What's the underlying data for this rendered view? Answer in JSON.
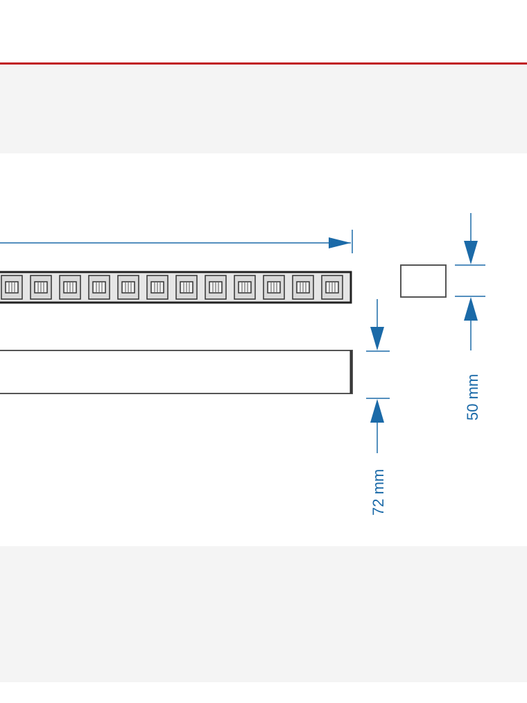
{
  "colors": {
    "accent_red": "#c0161e",
    "dimension_blue": "#1b6aa8",
    "outline_dark": "#333333",
    "band_gray": "#f4f4f4"
  },
  "diagram": {
    "height_dimension_label": "72 mm",
    "width_dimension_label": "50 mm",
    "led_module_count": 12
  }
}
